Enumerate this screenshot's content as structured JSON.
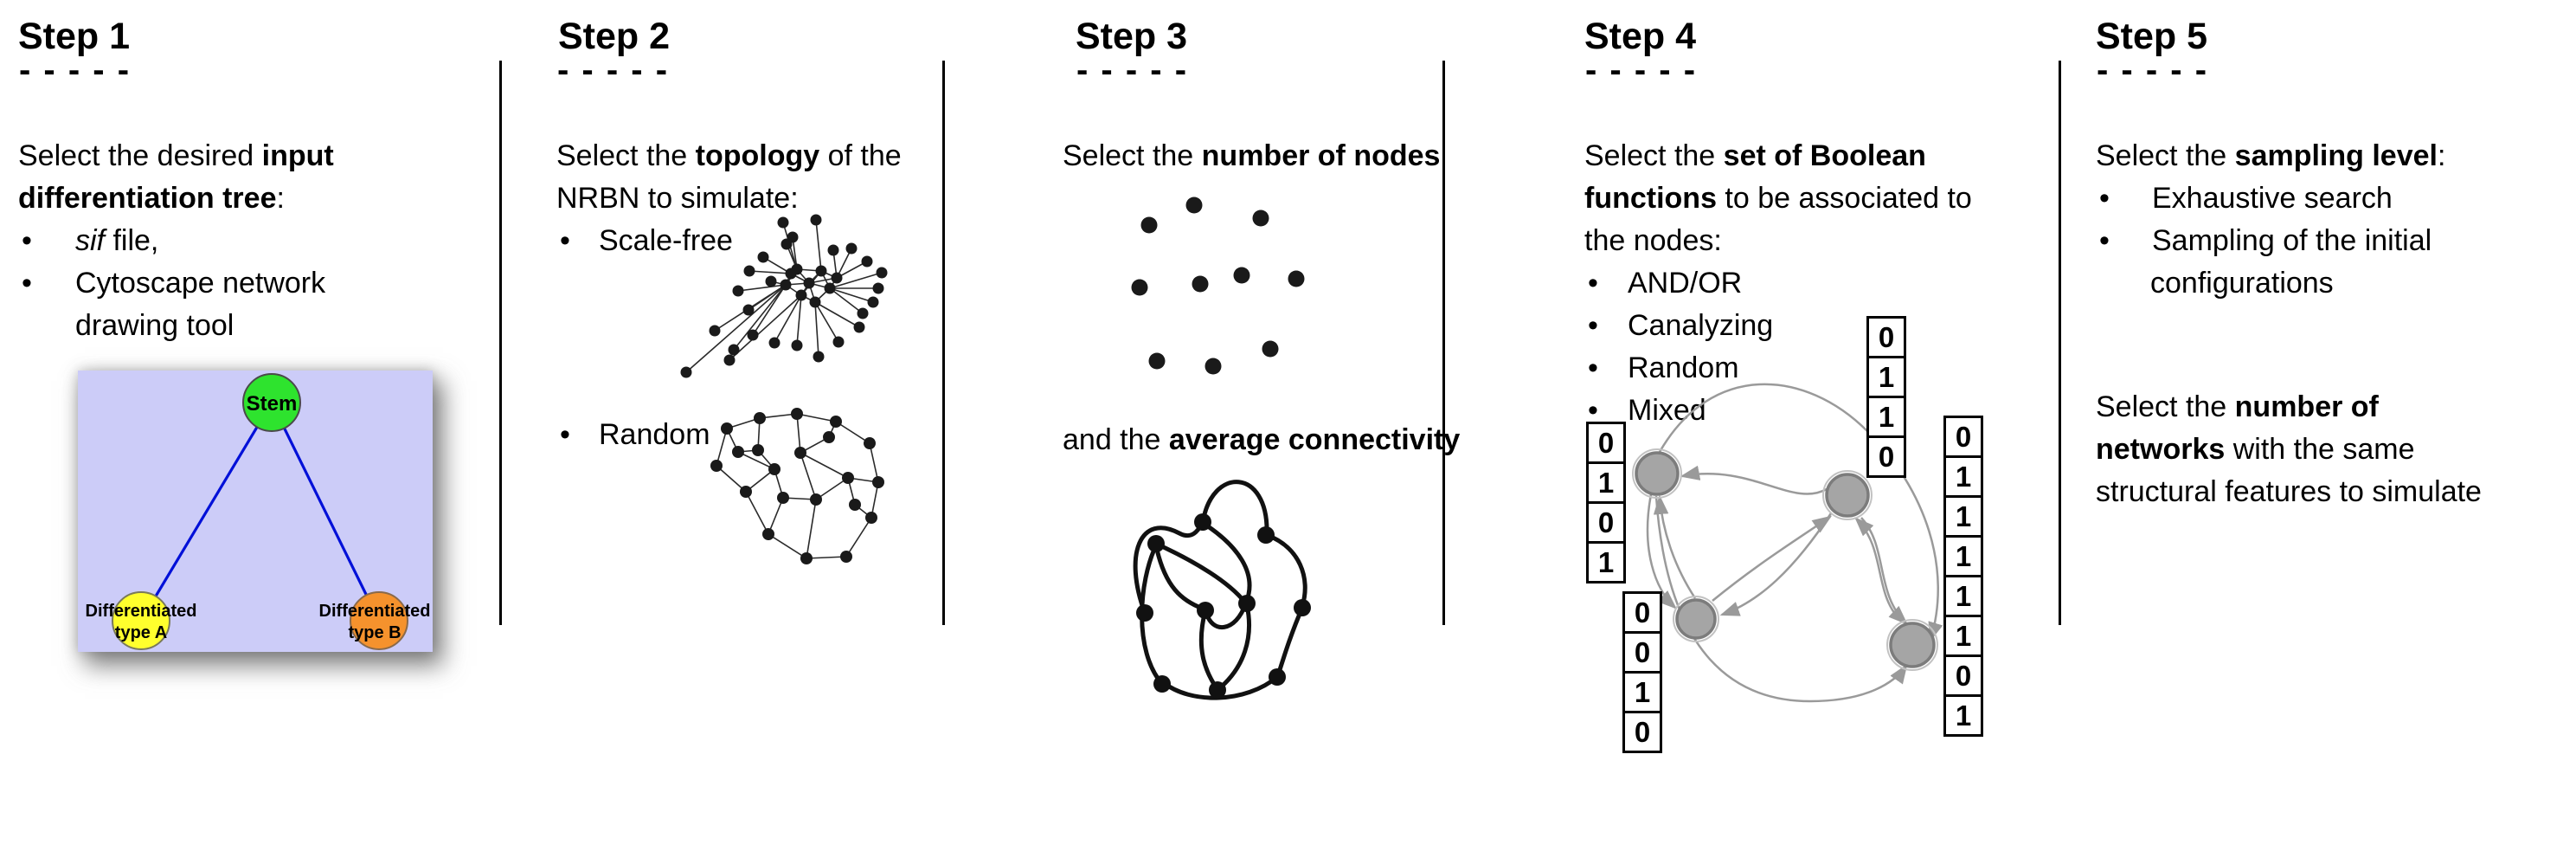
{
  "colors": {
    "background": "#ffffff",
    "text": "#000000",
    "divider": "#000000",
    "tree_background": "#ccccf8",
    "stem_green": "#2ee32e",
    "type_a_yellow": "#ffff2d",
    "type_b_orange": "#f5922d",
    "tree_edge_blue": "#0010d8",
    "network_black": "#1a1a1a",
    "boolean_gray": "#9a9a9a",
    "node_fill_gray": "#a5a5a5",
    "node_stroke_gray": "#7c7c7c"
  },
  "bullet": "•",
  "steps": [
    {
      "title": "Step 1",
      "dashes": "- - - - -",
      "lines": {
        "l1": [
          {
            "t": "Select the desired "
          },
          {
            "b": true,
            "t": "input"
          }
        ],
        "l2": [
          {
            "b": true,
            "t": "differentiation tree"
          },
          {
            "t": ":"
          }
        ],
        "b1": [
          {
            "i": true,
            "t": "sif"
          },
          {
            "t": " file,"
          }
        ],
        "b2": [
          {
            "t": "Cytoscape network"
          }
        ],
        "b2cont": [
          {
            "t": "drawing tool"
          }
        ]
      }
    },
    {
      "title": "Step 2",
      "dashes": "- - - - -",
      "lines": {
        "l1": [
          {
            "t": "Select the "
          },
          {
            "b": true,
            "t": "topology"
          },
          {
            "t": " of the"
          }
        ],
        "l2": [
          {
            "t": "NRBN to simulate:"
          }
        ],
        "b1": [
          {
            "t": "Scale-free"
          }
        ],
        "b2": [
          {
            "t": "Random"
          }
        ]
      }
    },
    {
      "title": "Step 3",
      "dashes": "- - - - -",
      "lines": {
        "l1": [
          {
            "t": "Select the "
          },
          {
            "b": true,
            "t": "number of nodes"
          }
        ],
        "l2": [
          {
            "t": "and the "
          },
          {
            "b": true,
            "t": "average connectivity"
          }
        ]
      }
    },
    {
      "title": "Step 4",
      "dashes": "- - - - -",
      "lines": {
        "l1": [
          {
            "t": "Select the "
          },
          {
            "b": true,
            "t": "set of Boolean"
          }
        ],
        "l2": [
          {
            "b": true,
            "t": "functions"
          },
          {
            "t": " to be associated to"
          }
        ],
        "l3": [
          {
            "t": "the nodes:"
          }
        ],
        "b1": [
          {
            "t": "AND/OR"
          }
        ],
        "b2": [
          {
            "t": "Canalyzing"
          }
        ],
        "b3": [
          {
            "t": "Random"
          }
        ],
        "b4": [
          {
            "t": "Mixed"
          }
        ]
      }
    },
    {
      "title": "Step 5",
      "dashes": "- - - - -",
      "lines": {
        "l1": [
          {
            "t": "Select the "
          },
          {
            "b": true,
            "t": "sampling level"
          },
          {
            "t": ":"
          }
        ],
        "b1": [
          {
            "t": "Exhaustive search"
          }
        ],
        "b2": [
          {
            "t": "Sampling of the initial"
          }
        ],
        "b2cont": [
          {
            "t": "configurations"
          }
        ],
        "l2": [
          {
            "t": "Select the "
          },
          {
            "b": true,
            "t": "number of"
          }
        ],
        "l3": [
          {
            "b": true,
            "t": "networks"
          },
          {
            "t": " with the same"
          }
        ],
        "l4": [
          {
            "t": "structural features to simulate"
          }
        ]
      }
    }
  ],
  "tree": {
    "root": "Stem",
    "child_a_line1": "Differentiated",
    "child_a_line2": "type A",
    "child_b_line1": "Differentiated",
    "child_b_line2": "type B"
  },
  "boolean_tables": {
    "left": [
      "0",
      "1",
      "0",
      "1"
    ],
    "top": [
      "0",
      "1",
      "1",
      "0"
    ],
    "right": [
      "0",
      "1",
      "1",
      "1",
      "1",
      "1",
      "0",
      "1"
    ],
    "bottom_left": [
      "0",
      "0",
      "1",
      "0"
    ]
  }
}
